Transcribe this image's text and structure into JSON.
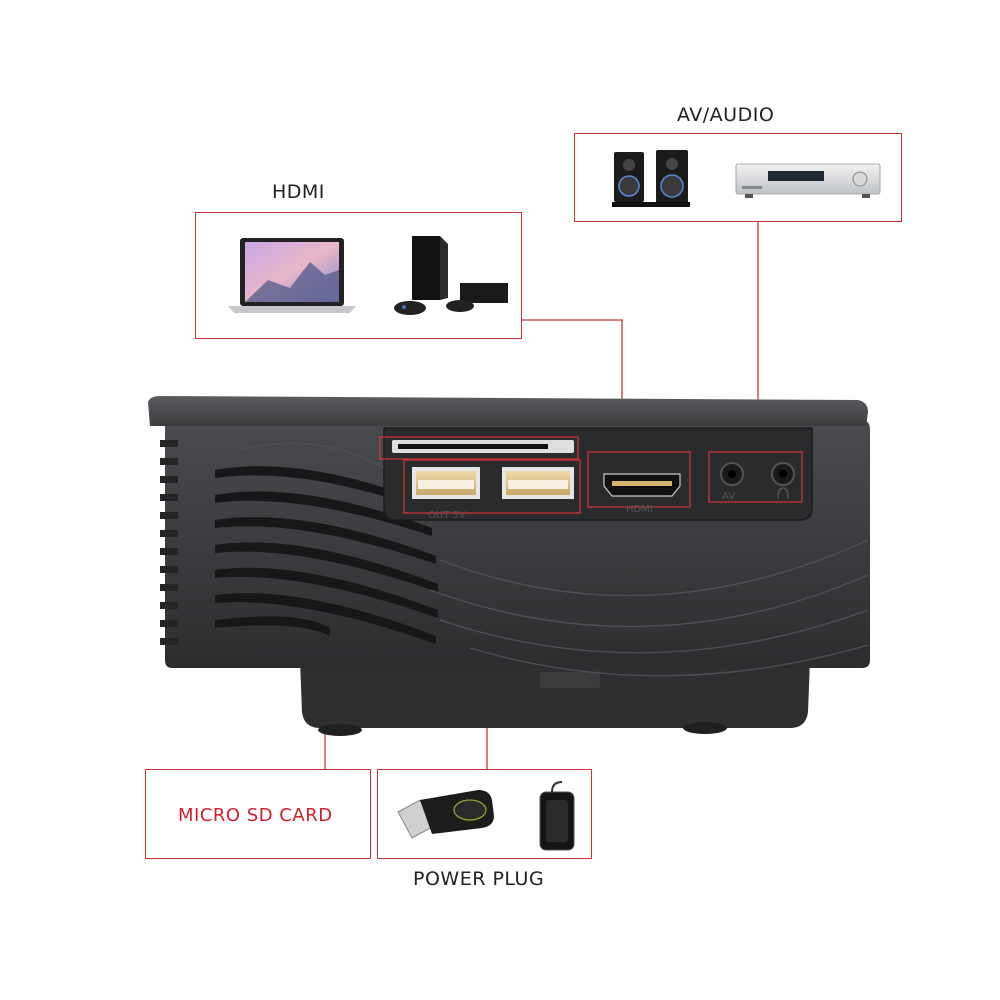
{
  "labels": {
    "hdmi": "HDMI",
    "av_audio": "AV/AUDIO",
    "micro_sd": "MICRO SD CARD",
    "power_plug": "POWER PLUG"
  },
  "port_markings": {
    "usb": "OUT 5V",
    "hdmi": "HDMI",
    "av": "AV"
  },
  "icons": {
    "hdmi_devices": [
      "laptop-icon",
      "game-console-icon"
    ],
    "av_devices": [
      "speakers-icon",
      "amplifier-icon"
    ],
    "power_devices": [
      "usb-flash-drive-icon",
      "power-bank-icon"
    ]
  },
  "colors": {
    "callout_border": "#c9343a",
    "projector_body": "#3a3b3d",
    "sd_text": "#d0212b"
  }
}
